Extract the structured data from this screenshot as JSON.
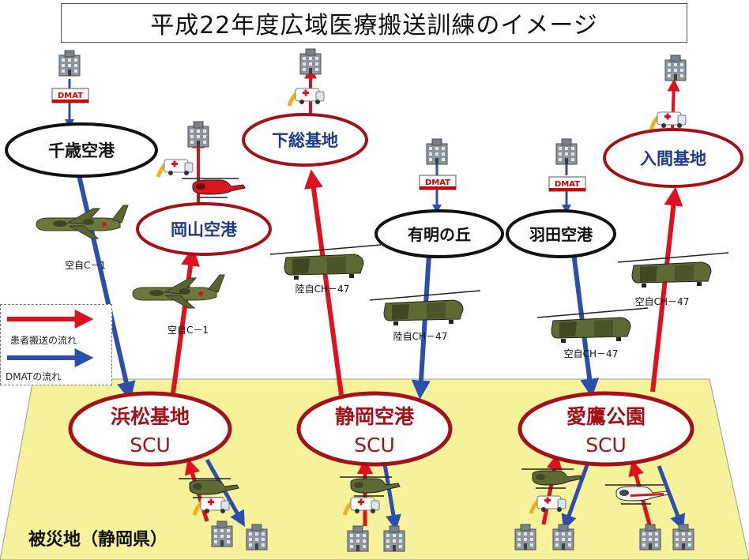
{
  "title": "平成22年度広域医療搬送訓練のイメージ",
  "legend": {
    "patient_flow": "患者搬送の流れ",
    "dmat_flow": "DMATの流れ"
  },
  "disaster_area": "被災地（静岡県）",
  "nodes": {
    "chitose": "千歳空港",
    "shimofusa": "下総基地",
    "okayama": "岡山空港",
    "ariake": "有明の丘",
    "haneda": "羽田空港",
    "iruma": "入間基地"
  },
  "scu": {
    "hamamatsu": "浜松基地",
    "shizuoka": "静岡空港",
    "aitaka": "愛鷹公園",
    "suffix": "SCU"
  },
  "aircraft": {
    "c1": "空自C－1",
    "ch47_army": "陸自CH－47",
    "ch47_air": "空自CH－47"
  },
  "badges": {
    "dmat": "DMAT"
  },
  "colors": {
    "red": "#e0101e",
    "blue": "#2c4fae",
    "ellipse_red": "#a31218",
    "ground": "#f6f29c",
    "navy": "#1f3a8a"
  }
}
